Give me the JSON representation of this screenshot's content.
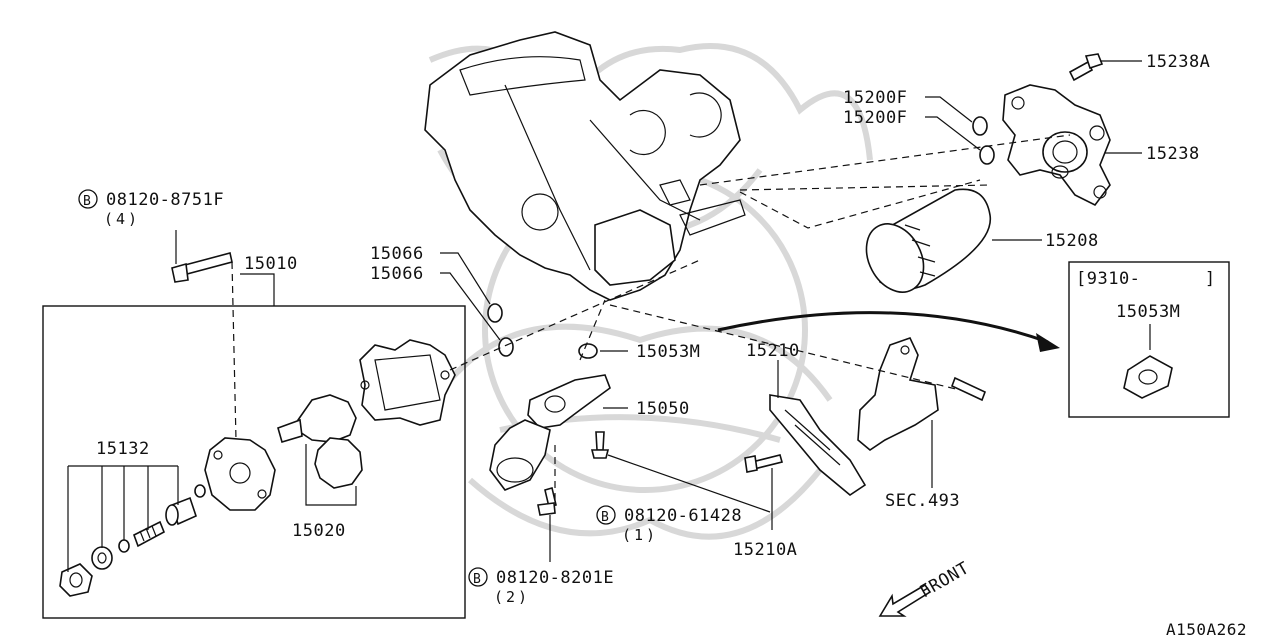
{
  "callouts": {
    "p15238A": "15238A",
    "p15200F_a": "15200F",
    "p15200F_b": "15200F",
    "p15238": "15238",
    "p15208": "15208",
    "p08120_8751F": "08120-8751F",
    "p08120_8751F_qty": "(4)",
    "p15010": "15010",
    "p15066_a": "15066",
    "p15066_b": "15066",
    "p15053M": "15053M",
    "p15050": "15050",
    "p15210": "15210",
    "p15132": "15132",
    "p15020": "15020",
    "p08120_61428": "08120-61428",
    "p08120_61428_qty": "(1)",
    "p15210A": "15210A",
    "sec493": "SEC.493",
    "p08120_8201E": "08120-8201E",
    "p08120_8201E_qty": "(2)"
  },
  "inset": {
    "range": "[9310-      ]",
    "part": "15053M"
  },
  "bolt_marker": "B",
  "front_label": "FRONT",
  "figure_code": "A150A262"
}
